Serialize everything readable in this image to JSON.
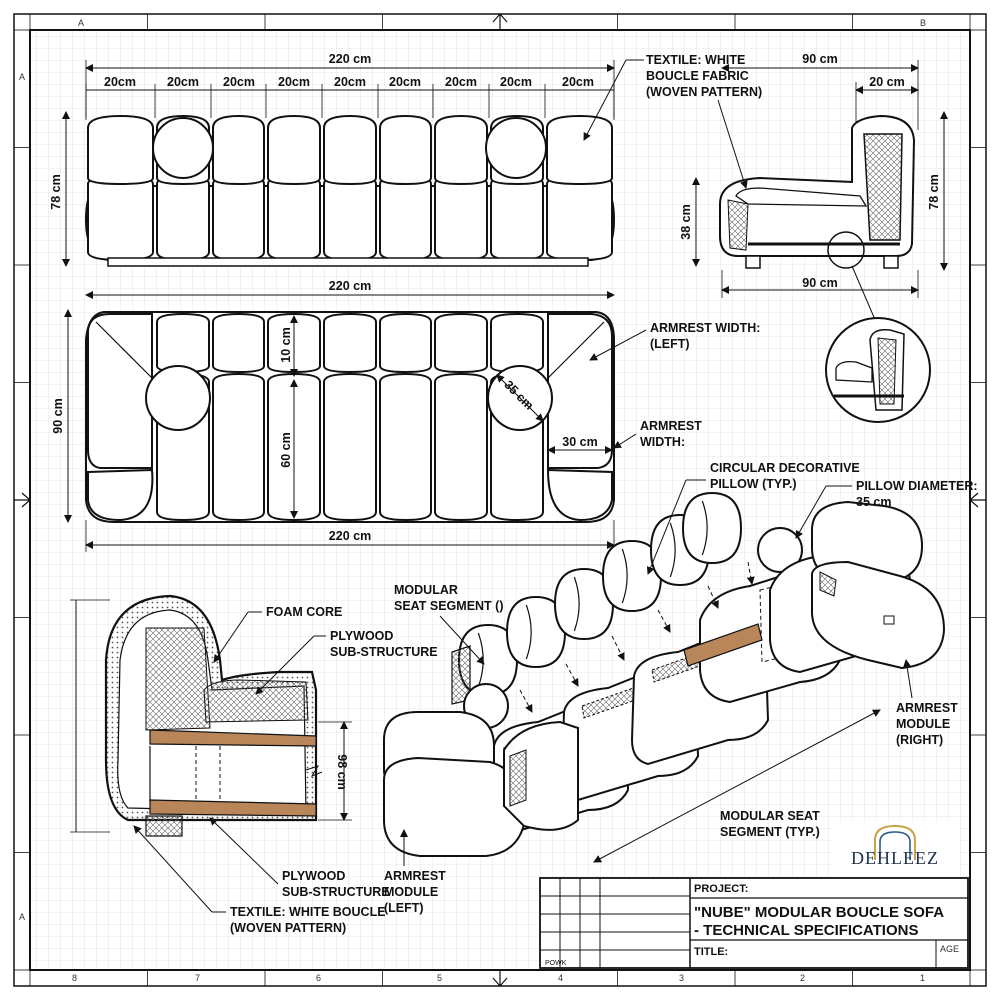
{
  "drawing": {
    "front_view": {
      "overall_width": "220 cm",
      "segment_widths": [
        "20cm",
        "20cm",
        "20cm",
        "20cm",
        "20cm",
        "20cm",
        "20cm",
        "20cm",
        "20cm"
      ],
      "height": "78 cm"
    },
    "side_view": {
      "depth_top": "90 cm",
      "back_thickness": "20 cm",
      "seat_height": "38 cm",
      "height": "78 cm",
      "depth_bottom": "90 cm"
    },
    "plan_view": {
      "overall_width_top": "220 cm",
      "overall_width_bottom": "220 cm",
      "depth": "90 cm",
      "back_depth": "10 cm",
      "seat_depth": "60 cm",
      "pillow_diameter": "35 cm",
      "armrest_width": "30 cm"
    },
    "section_view": {
      "seat_height": "98 cm"
    },
    "callouts": {
      "textile_top": [
        "TEXTILE: WHITE",
        "BOUCLE FABRIC",
        "(WOVEN PATTERN)"
      ],
      "armrest_left": [
        "ARMREST WIDTH:",
        "(LEFT)"
      ],
      "armrest_width": [
        "ARMREST",
        "WIDTH:"
      ],
      "circular_pillow": [
        "CIRCULAR DECORATIVE",
        "PILLOW (TYP.)"
      ],
      "pillow_diameter": [
        "PILLOW DIAMETER:",
        "35 cm"
      ],
      "modular_seat_segment": [
        "MODULAR",
        "SEAT SEGMENT ()"
      ],
      "foam_core": "FOAM CORE",
      "plywood_top": [
        "PLYWOOD",
        "SUB-STRUCTURE"
      ],
      "plywood_bottom": [
        "PLYWOOD",
        "SUB-STRUCTURE"
      ],
      "textile_bottom": [
        "TEXTILE:  WHITE BOUCLE",
        "(WOVEN PATTERN)"
      ],
      "armrest_module_right": [
        "ARMREST",
        "MODULE",
        "(RIGHT)"
      ],
      "armrest_module_left": [
        "ARMREST",
        "MODULE",
        "(LEFT)"
      ],
      "modular_seat_typ": [
        "MODULAR SEAT",
        "SEGMENT (TYP.)"
      ]
    },
    "border_marks": {
      "top": [
        "A",
        "B"
      ],
      "left": [
        "A",
        "A"
      ],
      "bottom": [
        "8",
        "7",
        "6",
        "5",
        "4",
        "3",
        "2",
        "1"
      ]
    }
  },
  "logo": {
    "text": "DEHLEEZ"
  },
  "title_block": {
    "project_label": "PROJECT:",
    "title_line1": "\"NUBE\" MODULAR BOUCLE SOFA",
    "title_line2": "- TECHNICAL SPECIFICATIONS",
    "title_label": "TITLE:",
    "page_label": "AGE",
    "cell_label": "POWK"
  },
  "colors": {
    "line": "#111111",
    "grid": "#cfcfcf",
    "wood": "#b9865a",
    "background": "#ffffff"
  }
}
